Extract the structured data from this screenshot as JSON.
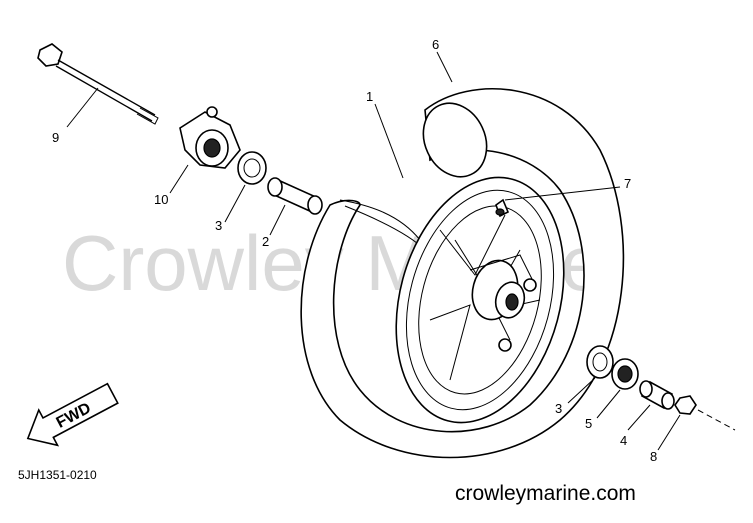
{
  "diagram": {
    "watermark": "Crowley Marine",
    "site_label": "crowleymarine.com",
    "drawing_code": "5JH1351-0210",
    "fwd_label": "FWD",
    "callouts": [
      {
        "id": "c1",
        "text": "1"
      },
      {
        "id": "c2",
        "text": "2"
      },
      {
        "id": "c3a",
        "text": "3"
      },
      {
        "id": "c3b",
        "text": "3"
      },
      {
        "id": "c4",
        "text": "4"
      },
      {
        "id": "c5",
        "text": "5"
      },
      {
        "id": "c6",
        "text": "6"
      },
      {
        "id": "c7",
        "text": "7"
      },
      {
        "id": "c8",
        "text": "8"
      },
      {
        "id": "c9",
        "text": "9"
      },
      {
        "id": "c10",
        "text": "10"
      }
    ]
  }
}
